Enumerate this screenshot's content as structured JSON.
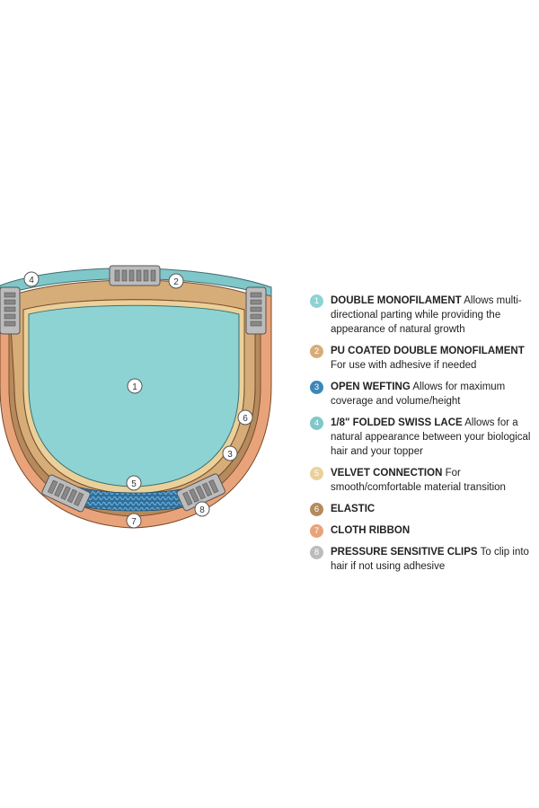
{
  "colors": {
    "mono": "#8ed3d3",
    "tan": "#d6ad78",
    "weft": "#3d87b8",
    "lace": "#80c7ca",
    "velvet": "#ead19a",
    "elastic": "#b58a5c",
    "ribbon": "#e9a37a",
    "clip": "#bcbcbc"
  },
  "legend": [
    {
      "number": "1",
      "title": "DOUBLE MONOFILAMENT",
      "description": "Allows multi-directional parting while providing the appearance of natural growth",
      "color": "#8ed3d3"
    },
    {
      "number": "2",
      "title": "PU COATED DOUBLE MONOFILAMENT",
      "description": "For use with adhesive if needed",
      "color": "#d6ad78"
    },
    {
      "number": "3",
      "title": "OPEN WEFTING",
      "description": "Allows for maximum coverage and volume/height",
      "color": "#3d87b8"
    },
    {
      "number": "4",
      "title": "1/8\" FOLDED SWISS LACE",
      "description": "Allows for a natural appearance between your biological hair and your topper",
      "color": "#80c7ca"
    },
    {
      "number": "5",
      "title": "VELVET CONNECTION",
      "description": "For smooth/comfortable material transition",
      "color": "#ead19a"
    },
    {
      "number": "6",
      "title": "ELASTIC",
      "description": "",
      "color": "#b58a5c"
    },
    {
      "number": "7",
      "title": "CLOTH RIBBON",
      "description": "",
      "color": "#e9a37a"
    },
    {
      "number": "8",
      "title": "PRESSURE SENSITIVE CLIPS",
      "description": "To clip into hair if not using adhesive",
      "color": "#bcbcbc"
    }
  ],
  "callouts": [
    "1",
    "2",
    "3",
    "4",
    "5",
    "6",
    "7",
    "8"
  ]
}
